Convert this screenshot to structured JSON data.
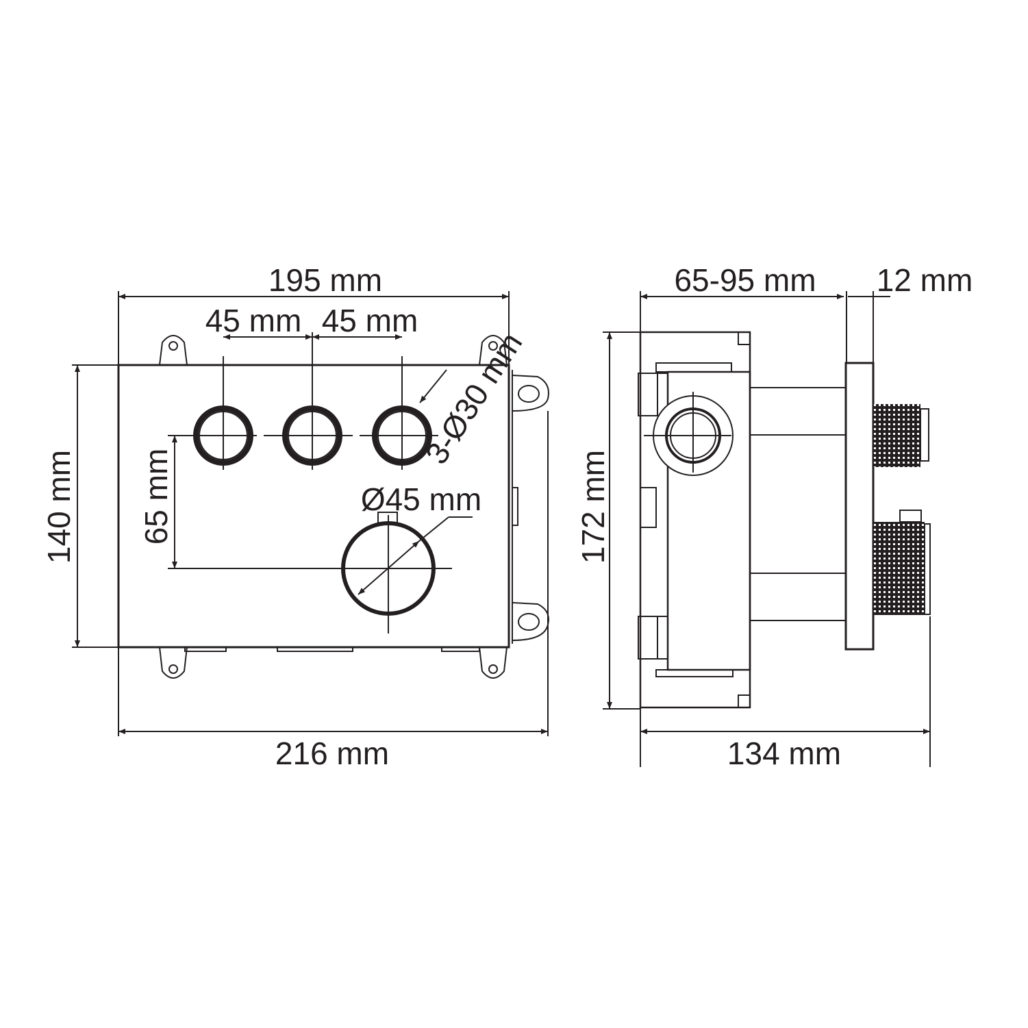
{
  "front_view": {
    "width_label": "195 mm",
    "spacing_left_label": "45 mm",
    "spacing_right_label": "45 mm",
    "height_label": "140 mm",
    "offset_label": "65 mm",
    "knob_label": "Ø45 mm",
    "holes_label": "3-Ø30 mm",
    "overall_width_label": "216 mm"
  },
  "side_view": {
    "depth_label": "65-95 mm",
    "plate_label": "12 mm",
    "height_label": "172 mm",
    "overall_depth_label": "134 mm"
  },
  "colors": {
    "line": "#231f20",
    "background": "#ffffff"
  }
}
